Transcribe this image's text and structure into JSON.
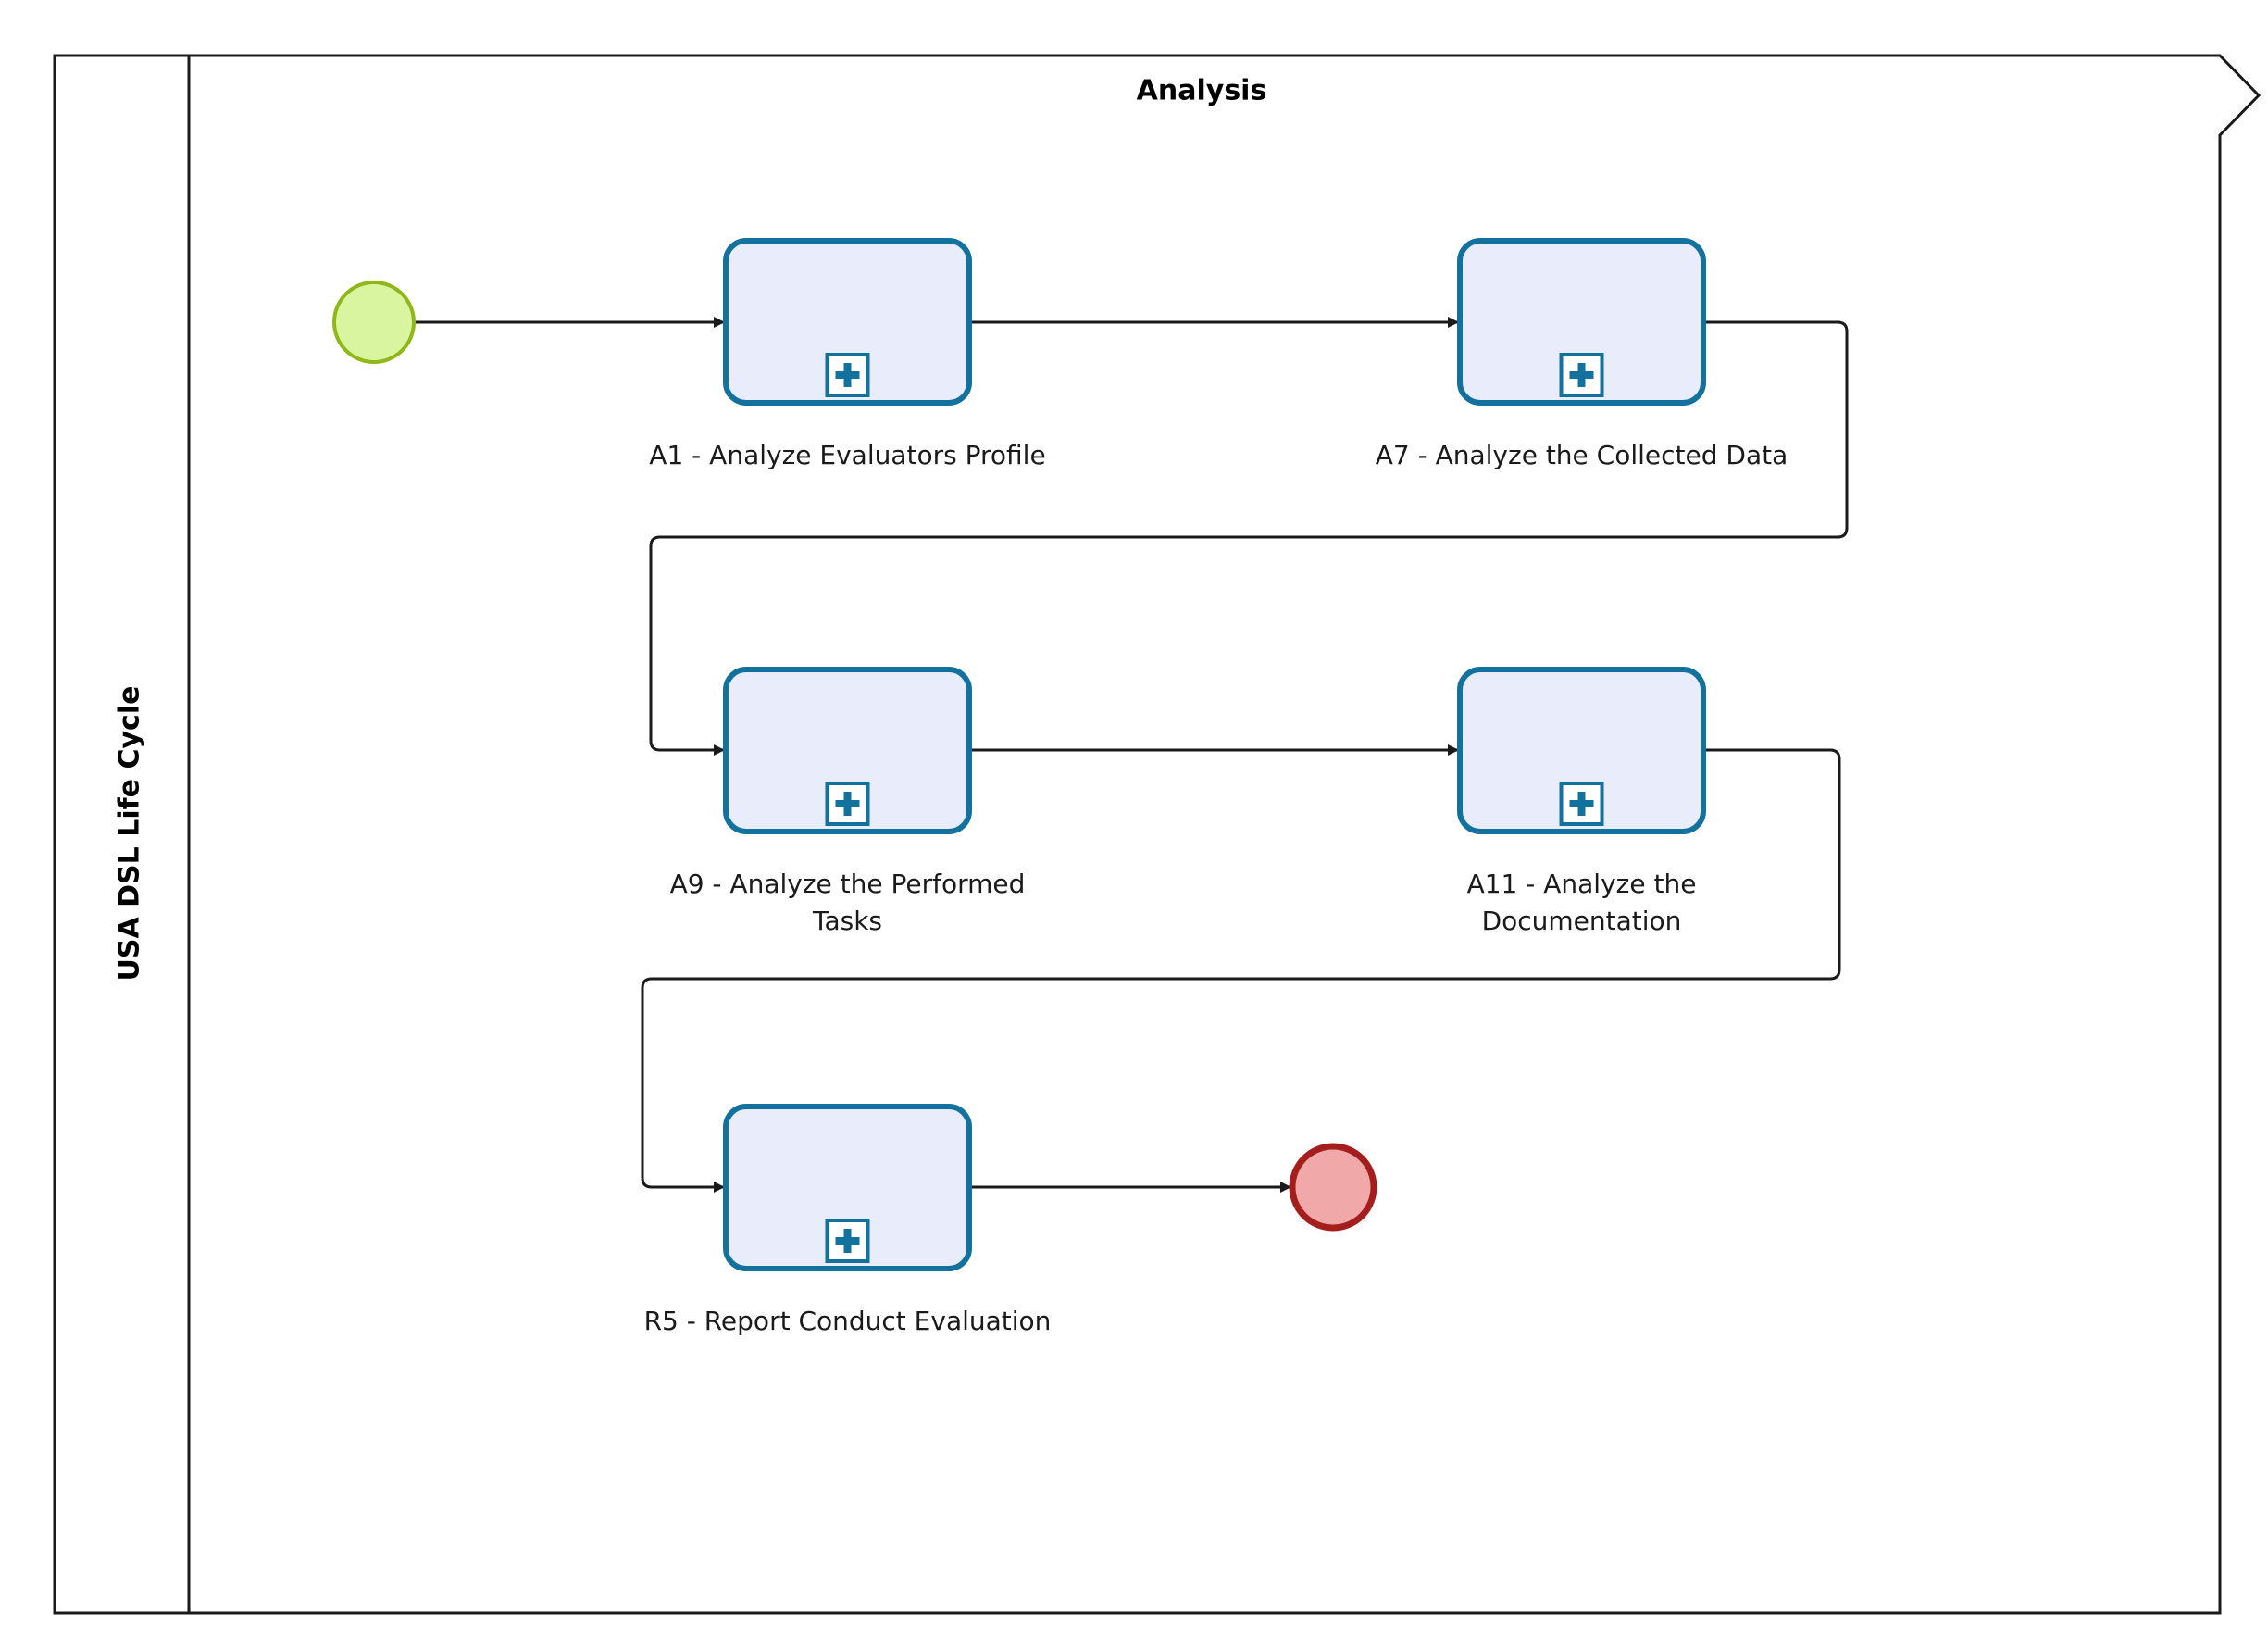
{
  "pool": {
    "label": "USA DSL Life Cycle"
  },
  "lane": {
    "title": "Analysis"
  },
  "events": {
    "start": {
      "fill": "#d9f5a0",
      "stroke": "#8fb718"
    },
    "end": {
      "fill": "#f0a8a8",
      "stroke": "#a51e1e"
    }
  },
  "colors": {
    "task_fill": "#e8ecfb",
    "task_stroke": "#13719e",
    "flow": "#1a1a1a"
  },
  "tasks": [
    {
      "id": "A1",
      "lines": [
        "A1 - Analyze Evaluators Profile"
      ]
    },
    {
      "id": "A7",
      "lines": [
        "A7 - Analyze the Collected Data"
      ]
    },
    {
      "id": "A9",
      "lines": [
        "A9 - Analyze the Performed",
        "Tasks"
      ]
    },
    {
      "id": "A11",
      "lines": [
        "A11 - Analyze the",
        "Documentation"
      ]
    },
    {
      "id": "R5",
      "lines": [
        "R5 - Report Conduct Evaluation"
      ]
    }
  ]
}
